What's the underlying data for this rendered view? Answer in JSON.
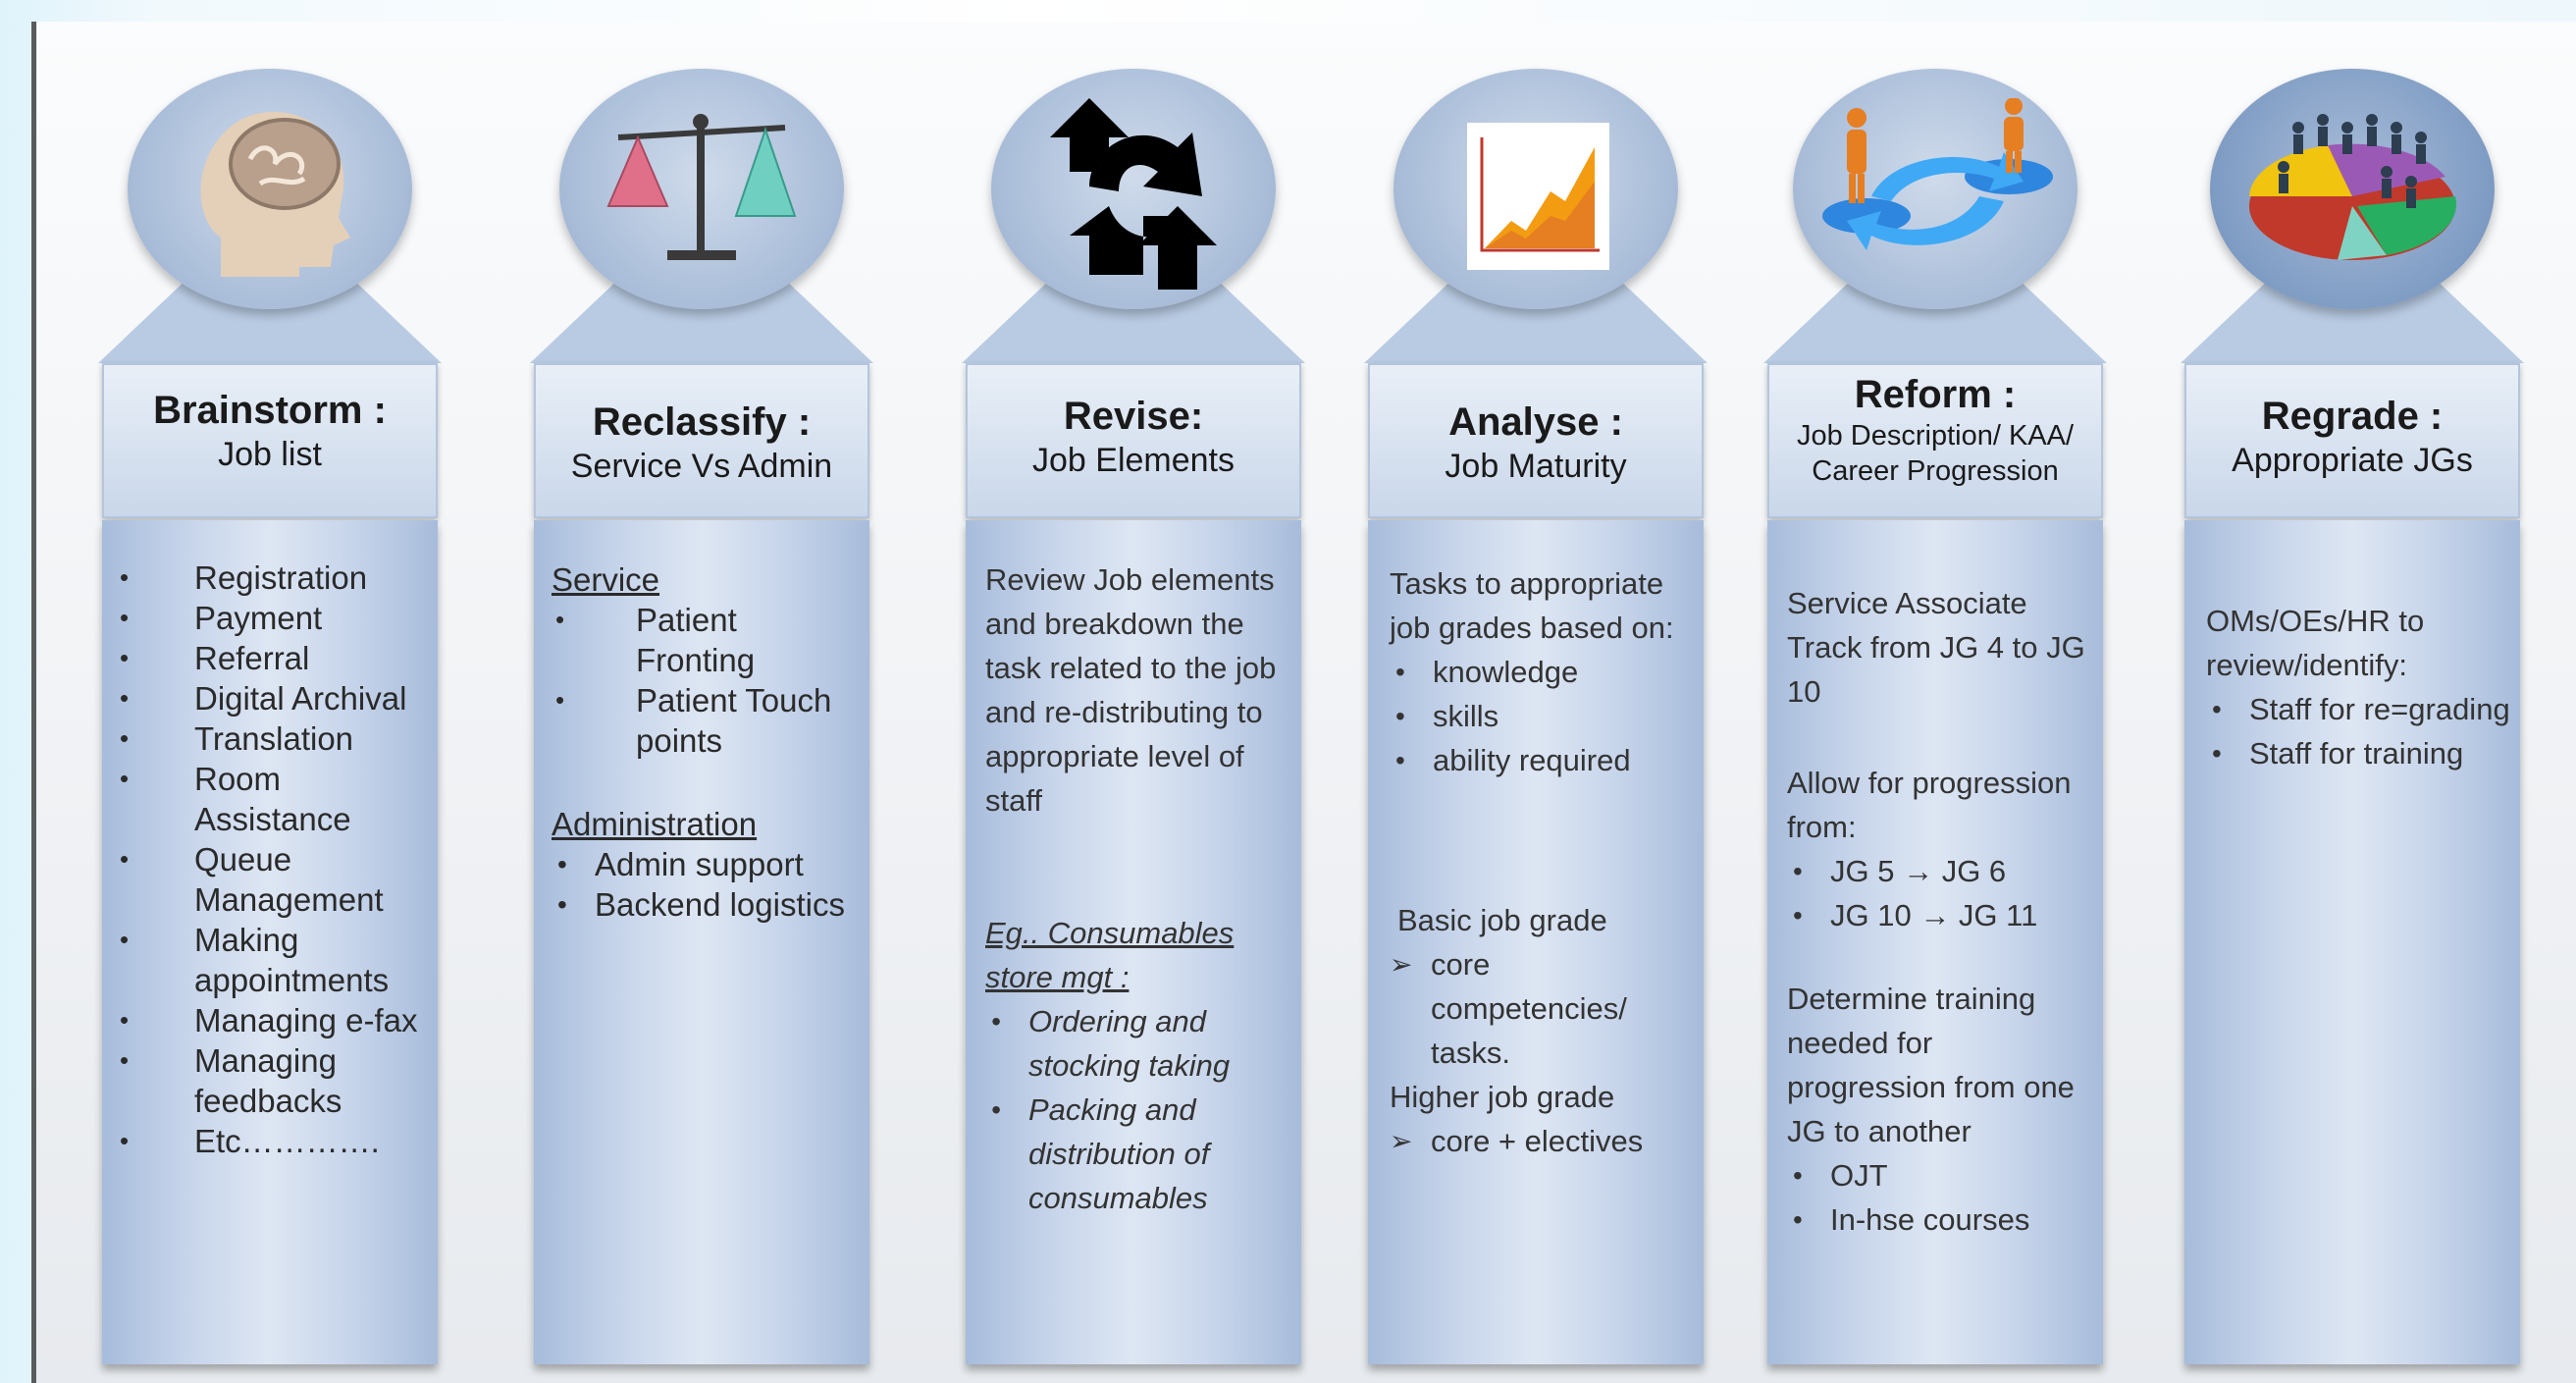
{
  "columns": [
    {
      "title": "Brainstorm :",
      "subtitle": "Job list",
      "icon": "brain-head-icon",
      "items": [
        "Registration",
        "Payment",
        "Referral",
        "Digital Archival",
        "Translation",
        "Room Assistance",
        "Queue Management",
        "Making appointments",
        "Managing e-fax",
        "Managing feedbacks",
        "Etc…………."
      ]
    },
    {
      "title": "Reclassify :",
      "subtitle": "Service Vs Admin",
      "icon": "balance-scale-icon",
      "service_label": "Service",
      "service_items": [
        "Patient Fronting",
        "Patient Touch points"
      ],
      "admin_label": "Administration",
      "admin_items": [
        "Admin support",
        "Backend logistics"
      ]
    },
    {
      "title": "Revise:",
      "subtitle": "Job Elements",
      "icon": "rotating-arrows-icon",
      "text": "Review Job elements and breakdown the task related to the job and re-distributing to appropriate level of staff",
      "eg_label": "Eg.. Consumables store mgt :",
      "eg_items": [
        "Ordering and stocking taking",
        "Packing and distribution of consumables"
      ]
    },
    {
      "title": "Analyse :",
      "subtitle": "Job Maturity",
      "icon": "growth-chart-icon",
      "intro": "Tasks to appropriate job grades based on:",
      "items": [
        "knowledge",
        "skills",
        "ability required"
      ],
      "basic_label": "Basic  job grade",
      "basic_items": [
        "core competencies/ tasks."
      ],
      "higher_label": "Higher job grade",
      "higher_items": [
        "core  + electives"
      ]
    },
    {
      "title": "Reform :",
      "subtitle": "Job Description/ KAA/  Career Progression",
      "icon": "career-cycle-icon",
      "text": "Service Associate Track from JG 4 to JG 10",
      "allow_label": "Allow for progression from:",
      "allow_items": [
        "JG 5 → JG 6",
        "JG 10 → JG 11"
      ],
      "determine": "Determine training needed for progression from one JG to another",
      "det_items": [
        "OJT",
        "In-hse courses"
      ]
    },
    {
      "title": "Regrade :",
      "subtitle": "Appropriate JGs",
      "icon": "people-pie-icon",
      "intro": "OMs/OEs/HR to review/identify:",
      "items": [
        "Staff for re=grading",
        "Staff for training"
      ]
    }
  ],
  "colors": {
    "circle": "#a8bcd8",
    "header": "#c9d7ea",
    "body": "#c6d4ea"
  }
}
